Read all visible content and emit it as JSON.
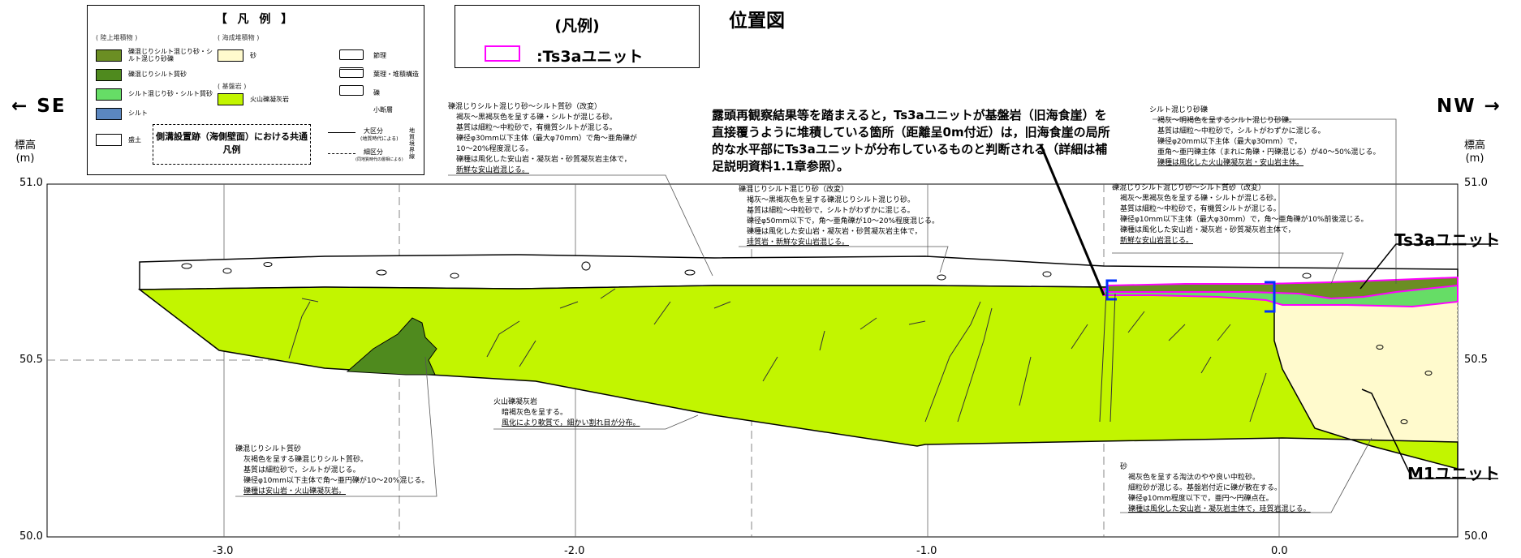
{
  "legend": {
    "title": "【 凡 例 】",
    "land_head": "( 陸上堆積物 )",
    "marine_head": "( 海成堆積物 )",
    "bedrock_head": "( 基盤岩 )",
    "items": [
      {
        "label": "礫混じりシルト混じり砂・シルト混じり砂礫",
        "color": "#6b8e23"
      },
      {
        "label": "礫混じりシルト質砂",
        "color": "#4f8a1e"
      },
      {
        "label": "シルト混じり砂・シルト質砂",
        "color": "#66dd66"
      },
      {
        "label": "シルト",
        "color": "#5b87c0"
      },
      {
        "label": "盛土",
        "color": "#ffffff"
      },
      {
        "label": "砂",
        "color": "#fffacd"
      },
      {
        "label": "火山礫凝灰岩",
        "color": "#c2f500"
      }
    ],
    "symbols": [
      "節理",
      "葉理・堆積構造",
      "礫",
      "小断層"
    ],
    "boundary": {
      "major": "大区分",
      "major_note": "(地質時代による)",
      "minor": "細区分",
      "minor_note": "(同地質時代の層相による)",
      "side": "地質境界線"
    },
    "common_note": "側溝設置跡（海側壁面）における共通凡例"
  },
  "ts_legend": {
    "title": "(凡例)",
    "label": ":Ts3aユニット",
    "color": "#ff00ff"
  },
  "map_title": "位置図",
  "directions": {
    "left": "← SE",
    "right": "NW →"
  },
  "y_axis": {
    "label": "標高",
    "unit": "(m)",
    "ticks": [
      "51.0",
      "50.5",
      "50.0"
    ]
  },
  "x_axis": {
    "ticks": [
      "-3.0",
      "-2.0",
      "-1.0",
      "0.0"
    ]
  },
  "main_note": "露頭再観察結果等を踏まえると，Ts3aユニットが基盤岩（旧海食崖）を直接覆うように堆積している箇所（距離呈0m付近）は，旧海食崖の局所的な水平部にTs3aユニットが分布しているものと判断される（詳細は補足説明資料1.1章参照）。",
  "descriptions": {
    "d1": {
      "title": "礫混じりシルト混じり砂～シルト質砂（改変）",
      "lines": [
        "褐灰～黒褐灰色を呈する礫・シルトが混じる砂。",
        "基質は細粒～中粒砂で，有機質シルトが混じる。",
        "礫径φ30mm以下主体（最大φ70mm）で角～亜角礫が",
        "10～20%程度混じる。",
        "礫種は風化した安山岩・凝灰岩・砂質凝灰岩主体で，",
        "新鮮な安山岩混じる。"
      ]
    },
    "d2": {
      "title": "礫混じりシルト混じり砂（改変）",
      "lines": [
        "褐灰～黒褐灰色を呈する礫混じりシルト混じり砂。",
        "基質は細粒～中粒砂で，シルトがわずかに混じる。",
        "礫径φ50mm以下で，角～亜角礫が10～20%程度混じる。",
        "礫種は風化した安山岩・凝灰岩・砂質凝灰岩主体で，",
        "珪質岩・新鮮な安山岩混じる。"
      ]
    },
    "d3": {
      "title": "シルト混じり砂礫",
      "lines": [
        "褐灰～明褐色を呈するシルト混じり砂礫。",
        "基質は細粒～中粒砂で，シルトがわずかに混じる。",
        "礫径φ20mm以下主体（最大φ30mm）で，",
        "亜角～亜円礫主体（まれに角礫・円礫混じる）が40～50%混じる。",
        "礫種は風化した火山礫凝灰岩・安山岩主体。"
      ]
    },
    "d4": {
      "title": "礫混じりシルト混じり砂～シルト質砂（改変）",
      "lines": [
        "褐灰～黒褐灰色を呈する礫・シルトが混じる砂。",
        "基質は細粒～中粒砂で，有機質シルトが混じる。",
        "礫径φ10mm以下主体（最大φ30mm）で，角～亜角礫が10%前後混じる。",
        "礫種は風化した安山岩・凝灰岩・砂質凝灰岩主体で，",
        "新鮮な安山岩混じる。"
      ]
    },
    "d5": {
      "title": "火山礫凝灰岩",
      "lines": [
        "暗褐灰色を呈する。",
        "風化により軟質で，細かい割れ目が分布。"
      ]
    },
    "d6": {
      "title": "礫混じりシルト質砂",
      "lines": [
        "灰褐色を呈する礫混じりシルト質砂。",
        "基質は細粒砂で，シルトが混じる。",
        "礫径φ10mm以下主体で角～亜円礫が10～20%混じる。",
        "礫種は安山岩・火山礫凝灰岩。"
      ]
    },
    "d7": {
      "title": "砂",
      "lines": [
        "褐灰色を呈する淘汰のやや良い中粒砂。",
        "細粒砂が混じる。基盤岩付近に礫が散在する。",
        "礫径φ10mm程度以下で，亜円～円礫点在。",
        "礫種は風化した安山岩・凝灰岩主体で，珪質岩混じる。"
      ]
    }
  },
  "units": {
    "ts3a": "Ts3aユニット",
    "m1": "M1ユニット"
  }
}
